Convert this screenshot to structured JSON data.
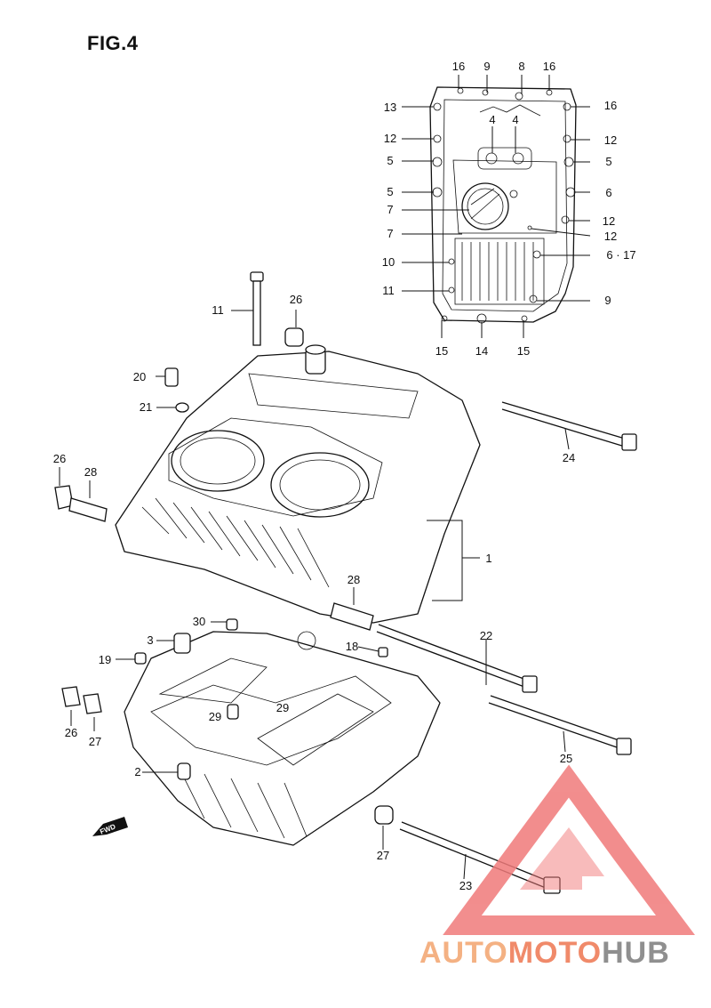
{
  "figure": {
    "title": "FIG.4"
  },
  "callouts": [
    {
      "id": "c1",
      "label": "1"
    },
    {
      "id": "c2",
      "label": "2"
    },
    {
      "id": "c3",
      "label": "3"
    },
    {
      "id": "c4a",
      "label": "4"
    },
    {
      "id": "c4b",
      "label": "4"
    },
    {
      "id": "c5a",
      "label": "5"
    },
    {
      "id": "c5b",
      "label": "5"
    },
    {
      "id": "c5c",
      "label": "5"
    },
    {
      "id": "c6a",
      "label": "6"
    },
    {
      "id": "c617",
      "label": "6 · 17"
    },
    {
      "id": "c7a",
      "label": "7"
    },
    {
      "id": "c7b",
      "label": "7"
    },
    {
      "id": "c8",
      "label": "8"
    },
    {
      "id": "c9a",
      "label": "9"
    },
    {
      "id": "c9b",
      "label": "9"
    },
    {
      "id": "c10",
      "label": "10"
    },
    {
      "id": "c11a",
      "label": "11"
    },
    {
      "id": "c11b",
      "label": "11"
    },
    {
      "id": "c12a",
      "label": "12"
    },
    {
      "id": "c12b",
      "label": "12"
    },
    {
      "id": "c12c",
      "label": "12"
    },
    {
      "id": "c12d",
      "label": "12"
    },
    {
      "id": "c13",
      "label": "13"
    },
    {
      "id": "c14",
      "label": "14"
    },
    {
      "id": "c15a",
      "label": "15"
    },
    {
      "id": "c15b",
      "label": "15"
    },
    {
      "id": "c16a",
      "label": "16"
    },
    {
      "id": "c16b",
      "label": "16"
    },
    {
      "id": "c16c",
      "label": "16"
    },
    {
      "id": "c18",
      "label": "18"
    },
    {
      "id": "c19",
      "label": "19"
    },
    {
      "id": "c20",
      "label": "20"
    },
    {
      "id": "c21",
      "label": "21"
    },
    {
      "id": "c22",
      "label": "22"
    },
    {
      "id": "c23",
      "label": "23"
    },
    {
      "id": "c24",
      "label": "24"
    },
    {
      "id": "c25",
      "label": "25"
    },
    {
      "id": "c26a",
      "label": "26"
    },
    {
      "id": "c26b",
      "label": "26"
    },
    {
      "id": "c26c",
      "label": "26"
    },
    {
      "id": "c27a",
      "label": "27"
    },
    {
      "id": "c27b",
      "label": "27"
    },
    {
      "id": "c28a",
      "label": "28"
    },
    {
      "id": "c28b",
      "label": "28"
    },
    {
      "id": "c29a",
      "label": "29"
    },
    {
      "id": "c29b",
      "label": "29"
    },
    {
      "id": "c30",
      "label": "30"
    }
  ],
  "fwd_label": "FWD",
  "watermark": {
    "part1": "AUTO",
    "part2": "MOTO",
    "part3": "HUB",
    "logo_color": "#f07a7a"
  }
}
